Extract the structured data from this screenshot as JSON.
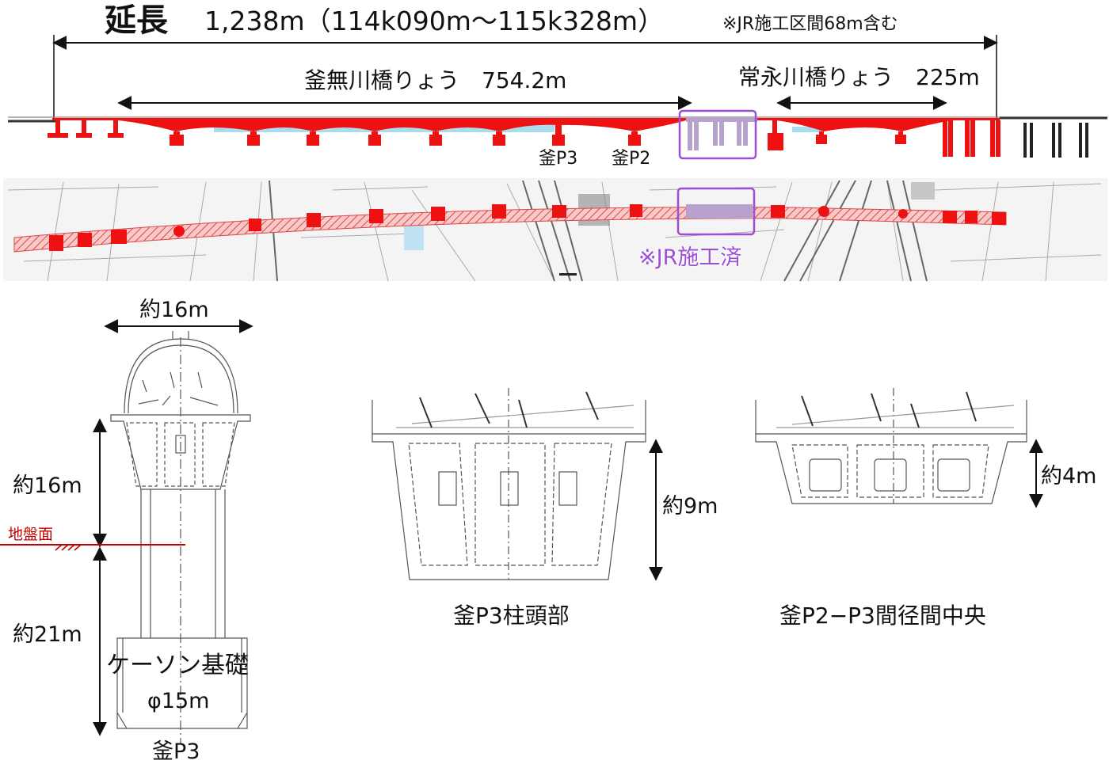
{
  "header": {
    "title_prefix": "延長",
    "title_value": "1,238m（114k090m～115k328m）",
    "title_note": "※JR施工区間68m含む"
  },
  "spans": {
    "kamanashi": "釜無川橋りょう　754.2m",
    "tokonaga": "常永川橋りょう　225m"
  },
  "profile_labels": {
    "p3": "釜P3",
    "p2": "釜P2"
  },
  "plan": {
    "jr_note": "※JR施工済"
  },
  "pier": {
    "width": "約16m",
    "height_upper": "約16m",
    "ground": "地盤面",
    "height_lower": "約21m",
    "foundation": "ケーソン基礎",
    "diameter": "φ15m",
    "name": "釜P3"
  },
  "sections": {
    "column_head": {
      "dim": "約9m",
      "caption": "釜P3柱頭部"
    },
    "midspan": {
      "dim": "約4m",
      "caption": "釜P2−P3間径間中央"
    }
  },
  "colors": {
    "structure": "#ee1111",
    "jr_box": "#9b4fd6",
    "water": "#a8dcef",
    "ground_line": "#c00000"
  }
}
